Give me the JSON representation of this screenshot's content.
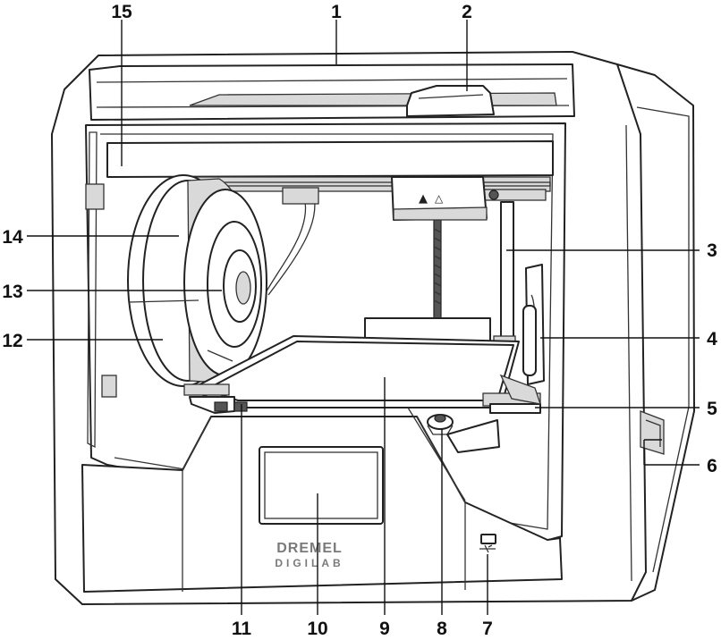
{
  "diagram": {
    "brand": {
      "name": "DREMEL",
      "product": "DIGILAB"
    },
    "callouts": [
      "1",
      "2",
      "3",
      "4",
      "5",
      "6",
      "7",
      "8",
      "9",
      "10",
      "11",
      "12",
      "13",
      "14",
      "15"
    ]
  }
}
